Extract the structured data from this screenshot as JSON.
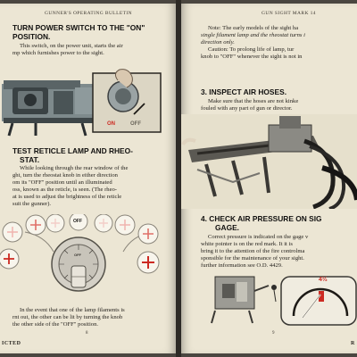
{
  "left_page": {
    "running_head": "GUNNER'S OPERATING BULLETIN",
    "section1": {
      "heading_line1": "TURN POWER SWITCH TO THE \"ON\"",
      "heading_line2": "POSITION.",
      "body": [
        "This switch, on the power unit, starts the air",
        "mp which furnishes power to the sight."
      ],
      "fig_label_on": "ON",
      "fig_label_off": "OFF"
    },
    "section2": {
      "heading_line1": "TEST RETICLE LAMP AND RHEO-",
      "heading_line2": "STAT.",
      "body": [
        "While looking through the rear window of the",
        "ght, turn the rheostat knob in either direction",
        "om its \"OFF\" position until an illuminated",
        "oss, known as the reticle, is seen. (The rheo-",
        "at is used to adjust the brightness of the reticle",
        "suit the gunner)."
      ],
      "dial_off_label": "OFF",
      "knob_label": "OFF"
    },
    "section3": {
      "body": [
        "In the event that one of the lamp filaments is",
        "rnt out, the other can be lit by turning the knob",
        "the other side of the \"OFF\" position."
      ]
    },
    "page_number": "8",
    "footer": "ICTED"
  },
  "right_page": {
    "running_head": "GUN SIGHT MARK 14",
    "note": {
      "line1": "Note: The early models of the sight ha",
      "line2": "single filament lamp and the rheostat turns i",
      "line3": "direction only.",
      "line4": "Caution: To prolong life of lamp, tur",
      "line5": "knob to \"OFF\" whenever the sight is not in"
    },
    "section3": {
      "heading": "3.  INSPECT AIR HOSES.",
      "body": [
        "Make sure that the hoses are not kinke",
        "fouled with any part of gun or director."
      ]
    },
    "section4": {
      "heading_line1": "4.  CHECK AIR PRESSURE ON SIG",
      "heading_line2": "GAGE.",
      "body": [
        "Correct pressure is indicated on the gage v",
        "white pointer is on the red mark. It it is",
        "bring it to the attention of the fire controlma",
        "sponsible for the maintenance of your sight.",
        "further information see O.D. 4429."
      ],
      "gage_label": "4½"
    },
    "page_number": "9",
    "footer": "R"
  },
  "colors": {
    "paper": "#ece6d4",
    "ink": "#1d1a16",
    "accent_red": "#cc2a22",
    "background": "#4a4640"
  }
}
